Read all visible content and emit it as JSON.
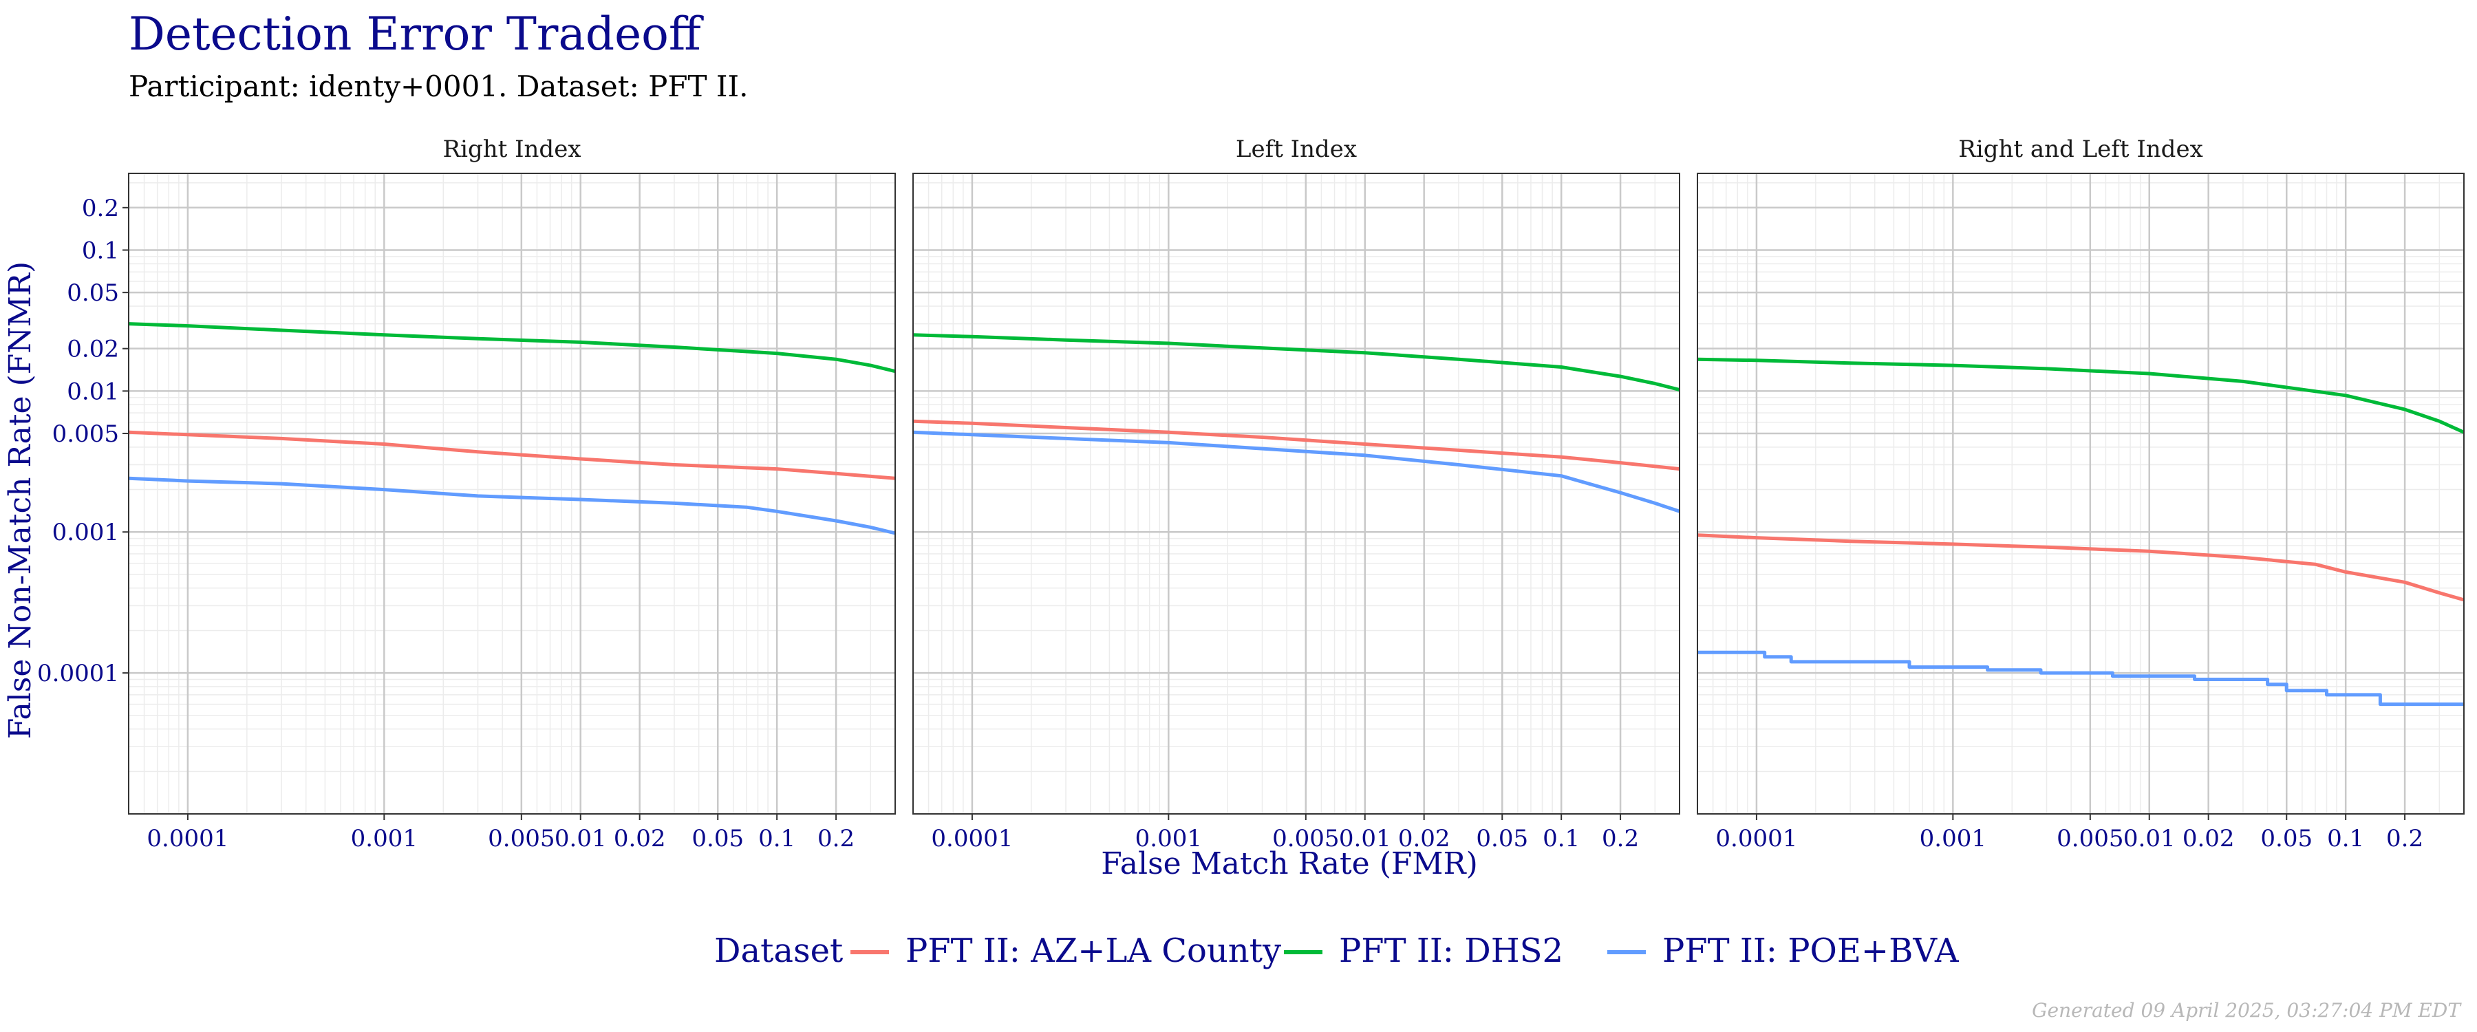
{
  "chart_data": {
    "type": "line",
    "title": "Detection Error Tradeoff",
    "subtitle": "Participant: identy+0001. Dataset: PFT II.",
    "xlabel": "False Match Rate (FMR)",
    "ylabel": "False Non-Match Rate (FNMR)",
    "x_scale": "log",
    "y_scale": "log",
    "xlim": [
      5e-05,
      0.4
    ],
    "ylim": [
      1e-05,
      0.35
    ],
    "x_ticks": [
      0.0001,
      0.001,
      0.005,
      0.01,
      0.02,
      0.05,
      0.1,
      0.2
    ],
    "x_tick_labels": [
      "0.0001",
      "0.001",
      "0.005",
      "0.01",
      "0.02",
      "0.05",
      "0.1",
      "0.2"
    ],
    "y_ticks": [
      0.0001,
      0.001,
      0.005,
      0.01,
      0.02,
      0.05,
      0.1,
      0.2
    ],
    "y_tick_labels": [
      "0.0001",
      "0.001",
      "0.005",
      "0.01",
      "0.02",
      "0.05",
      "0.1",
      "0.2"
    ],
    "grid": true,
    "legend_title": "Dataset",
    "legend_position": "bottom",
    "series_meta": [
      {
        "name": "PFT II: AZ+LA County",
        "color": "#F8766D"
      },
      {
        "name": "PFT II: DHS2",
        "color": "#00BA38"
      },
      {
        "name": "PFT II: POE+BVA",
        "color": "#619CFF"
      }
    ],
    "panels": [
      {
        "title": "Right Index",
        "series": [
          {
            "name": "PFT II: AZ+LA County",
            "step": false,
            "x": [
              5e-05,
              0.0001,
              0.0003,
              0.001,
              0.003,
              0.01,
              0.03,
              0.1,
              0.2,
              0.4
            ],
            "y": [
              0.0051,
              0.0049,
              0.0046,
              0.0042,
              0.0037,
              0.0033,
              0.003,
              0.0028,
              0.0026,
              0.0024
            ]
          },
          {
            "name": "PFT II: DHS2",
            "step": false,
            "x": [
              5e-05,
              0.0001,
              0.0003,
              0.001,
              0.003,
              0.01,
              0.03,
              0.1,
              0.2,
              0.3,
              0.4
            ],
            "y": [
              0.03,
              0.029,
              0.027,
              0.025,
              0.0235,
              0.0222,
              0.0205,
              0.0185,
              0.0168,
              0.0152,
              0.0138
            ]
          },
          {
            "name": "PFT II: POE+BVA",
            "step": false,
            "x": [
              5e-05,
              0.0001,
              0.0003,
              0.001,
              0.003,
              0.01,
              0.03,
              0.07,
              0.1,
              0.2,
              0.3,
              0.4
            ],
            "y": [
              0.0024,
              0.0023,
              0.0022,
              0.002,
              0.0018,
              0.0017,
              0.0016,
              0.0015,
              0.0014,
              0.0012,
              0.00108,
              0.00098
            ]
          }
        ]
      },
      {
        "title": "Left Index",
        "series": [
          {
            "name": "PFT II: AZ+LA County",
            "step": false,
            "x": [
              5e-05,
              0.0001,
              0.0003,
              0.001,
              0.003,
              0.01,
              0.03,
              0.1,
              0.2,
              0.4
            ],
            "y": [
              0.0061,
              0.0059,
              0.0055,
              0.0051,
              0.0047,
              0.0042,
              0.0038,
              0.0034,
              0.0031,
              0.0028
            ]
          },
          {
            "name": "PFT II: DHS2",
            "step": false,
            "x": [
              5e-05,
              0.0001,
              0.0003,
              0.001,
              0.003,
              0.01,
              0.03,
              0.1,
              0.2,
              0.3,
              0.4
            ],
            "y": [
              0.025,
              0.0243,
              0.023,
              0.0218,
              0.0202,
              0.0187,
              0.0168,
              0.0148,
              0.0127,
              0.0113,
              0.0102
            ]
          },
          {
            "name": "PFT II: POE+BVA",
            "step": false,
            "x": [
              5e-05,
              0.0001,
              0.0003,
              0.001,
              0.003,
              0.01,
              0.03,
              0.1,
              0.2,
              0.3,
              0.4
            ],
            "y": [
              0.0051,
              0.0049,
              0.0046,
              0.0043,
              0.0039,
              0.0035,
              0.003,
              0.0025,
              0.0019,
              0.0016,
              0.0014
            ]
          }
        ]
      },
      {
        "title": "Right and Left Index",
        "series": [
          {
            "name": "PFT II: AZ+LA County",
            "step": false,
            "x": [
              5e-05,
              0.0001,
              0.0003,
              0.001,
              0.003,
              0.01,
              0.03,
              0.07,
              0.1,
              0.2,
              0.3,
              0.4
            ],
            "y": [
              0.00095,
              0.00091,
              0.00086,
              0.00082,
              0.00078,
              0.00073,
              0.00066,
              0.00059,
              0.00052,
              0.00044,
              0.00037,
              0.00033
            ]
          },
          {
            "name": "PFT II: DHS2",
            "step": false,
            "x": [
              5e-05,
              0.0001,
              0.0003,
              0.001,
              0.003,
              0.01,
              0.03,
              0.1,
              0.2,
              0.3,
              0.4
            ],
            "y": [
              0.0168,
              0.0165,
              0.0158,
              0.0152,
              0.0144,
              0.0133,
              0.0117,
              0.0093,
              0.0074,
              0.0061,
              0.0051
            ]
          },
          {
            "name": "PFT II: POE+BVA",
            "step": true,
            "x": [
              5e-05,
              0.00011,
              0.00015,
              0.0006,
              0.0015,
              0.0028,
              0.0065,
              0.017,
              0.04,
              0.05,
              0.08,
              0.15,
              0.4
            ],
            "y": [
              0.00014,
              0.00013,
              0.00012,
              0.00011,
              0.000105,
              0.0001,
              9.5e-05,
              9e-05,
              8.3e-05,
              7.5e-05,
              7e-05,
              6e-05,
              6e-05
            ]
          }
        ]
      }
    ]
  },
  "footer": "Generated 09 April 2025, 03:27:04 PM EDT"
}
